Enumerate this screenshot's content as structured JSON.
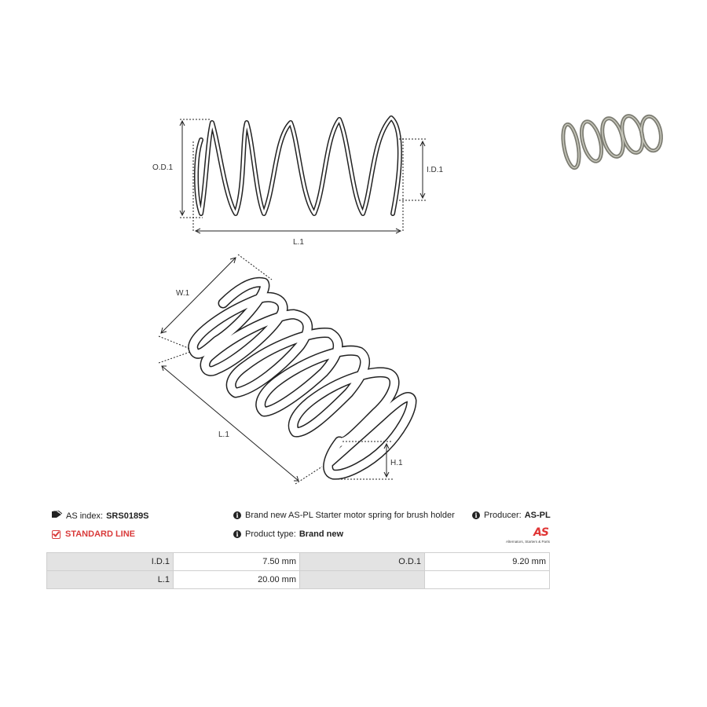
{
  "drawing": {
    "top_labels": {
      "od": "O.D.1",
      "id": "I.D.1",
      "length": "L.1"
    },
    "bottom_labels": {
      "width": "W.1",
      "length": "L.1",
      "height": "H.1"
    }
  },
  "photo": {
    "description_icon": "spring-photo"
  },
  "info": {
    "as_index_label": "AS index:",
    "as_index_value": "SRS0189S",
    "standard_line": "STANDARD LINE",
    "description": "Brand new AS-PL Starter motor spring for brush holder",
    "product_type_label": "Product type:",
    "product_type_value": "Brand new",
    "producer_label": "Producer:",
    "producer_value": "AS-PL"
  },
  "logo": {
    "mark": "AS",
    "tagline": "Alternators, Starters & Parts"
  },
  "params": [
    {
      "k1": "I.D.1",
      "v1": "7.50 mm",
      "k2": "O.D.1",
      "v2": "9.20 mm"
    },
    {
      "k1": "L.1",
      "v1": "20.00 mm",
      "k2": "",
      "v2": ""
    }
  ],
  "colors": {
    "accent": "#d93a3a",
    "table_key_bg": "#e3e3e3",
    "border": "#cfcfcf"
  }
}
